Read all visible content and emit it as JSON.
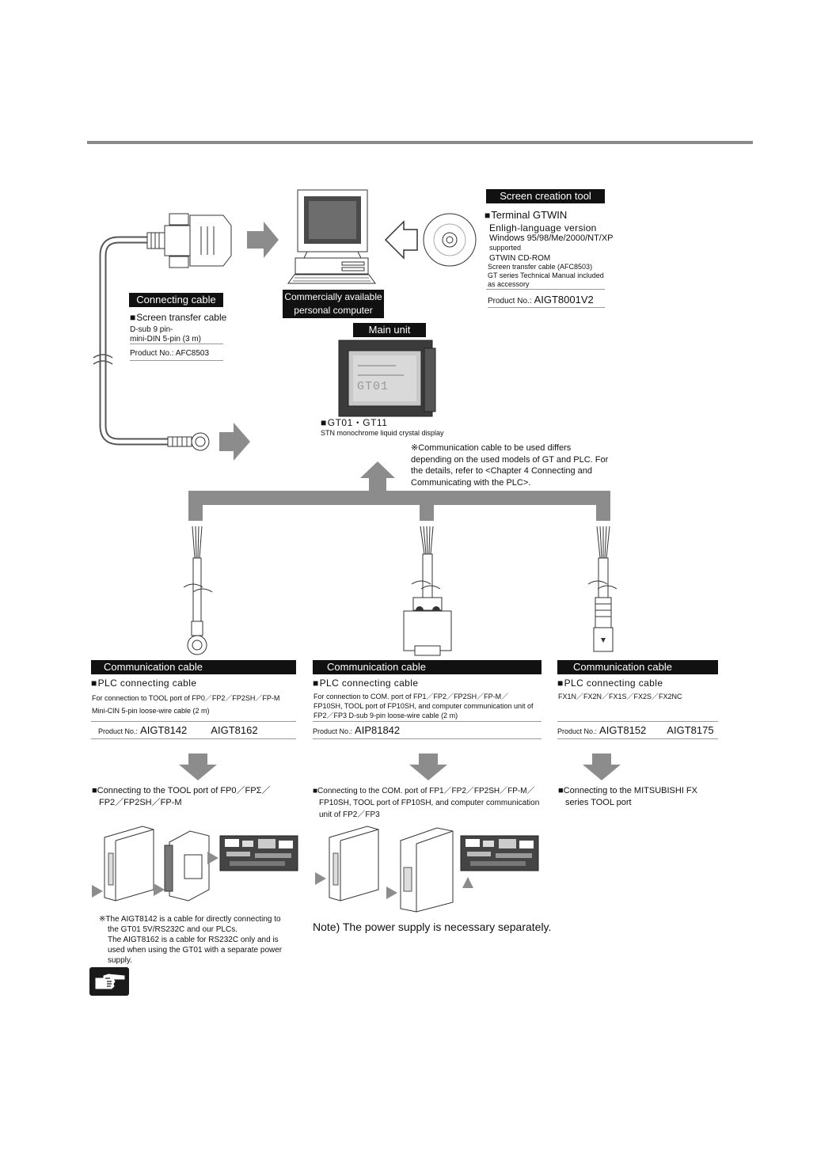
{
  "screen_tool": {
    "tag": "Screen creation tool",
    "title": "Terminal  GTWIN",
    "lines": [
      "Enligh-language version",
      "Windows 95/98/Me/2000/NT/XP",
      "supported",
      "GTWIN CD-ROM",
      "Screen transfer cable (AFC8503)",
      "GT series Technical Manual included",
      "as accessory"
    ],
    "product_label": "Product No.:",
    "product_no": "AIGT8001V2"
  },
  "pc": {
    "tag_line1": "Commercially available",
    "tag_line2": "personal computer"
  },
  "connecting_cable": {
    "tag": "Connecting cable",
    "title": "Screen transfer cable",
    "lines": [
      "D-sub 9 pin-",
      "mini-DIN 5-pin (3 m)"
    ],
    "product": "Product No.: AFC8503"
  },
  "main_unit": {
    "tag": "Main unit",
    "title": "GT01・GT11",
    "desc": "STN monochrome liquid crystal display",
    "screen_text": "GT01"
  },
  "note_top": [
    "※Communication cable to be used differs",
    "depending on the used models of GT and PLC. For",
    "the details, refer to <Chapter 4  Connecting and",
    "Communicating with the PLC>."
  ],
  "cables": [
    {
      "tag": "Communication cable",
      "title": "PLC connecting cable",
      "lines": [
        "For connection to TOOL port of FP0／FP2／FP2SH／FP-M",
        "Mini-CIN 5-pin loose-wire cable (2 m)"
      ],
      "product_label": "Product No.:",
      "product_nos": [
        "AIGT8142",
        "AIGT8162"
      ],
      "connect": [
        "■Connecting to the TOOL port of FP0／FPΣ／",
        "FP2／FP2SH／FP-M"
      ]
    },
    {
      "tag": "Communication cable",
      "title": "PLC connecting cable",
      "lines": [
        "For  connection  to  COM.  port  of  FP1／FP2／FP2SH／FP-M／",
        "FP10SH, TOOL port of FP10SH, and computer communication unit of",
        "FP2／FP3  D-sub 9-pin loose-wire cable (2 m)"
      ],
      "product_label": "Product No.:",
      "product_nos": [
        "AIP81842"
      ],
      "connect": [
        "■Connecting to the COM. port of FP1／FP2／FP2SH／FP-M／",
        "FP10SH, TOOL port of FP10SH, and computer communication",
        "unit of FP2／FP3"
      ]
    },
    {
      "tag": "Communication cable",
      "title": "PLC connecting cable",
      "lines": [
        "FX1N／FX2N／FX1S／FX2S／FX2NC"
      ],
      "product_label": "Product No.:",
      "product_nos": [
        "AIGT8152",
        "AIGT8175"
      ],
      "connect": [
        "■Connecting to the MITSUBISHI FX",
        "series TOOL port"
      ]
    }
  ],
  "note_bottom_left": [
    "※The AIGT8142 is a cable for directly connecting to",
    "the GT01 5V/RS232C and our PLCs.",
    "The AIGT8162 is a cable for RS232C only and is",
    "used when using the GT01 with a separate power",
    "supply."
  ],
  "note_power": "Note) The power supply is necessary separately.",
  "colors": {
    "arrow": "#8c8c8c",
    "tag_bg": "#111111",
    "rule": "#8a8a8a"
  },
  "icons": [
    "hand-pointer-icon"
  ]
}
